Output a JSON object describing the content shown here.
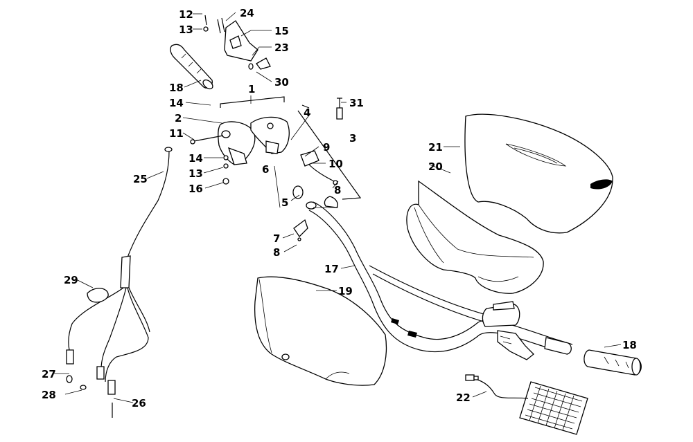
{
  "callouts": [
    {
      "id": "c1",
      "text": "1"
    },
    {
      "id": "c2",
      "text": "2"
    },
    {
      "id": "c3",
      "text": "3"
    },
    {
      "id": "c4",
      "text": "4"
    },
    {
      "id": "c5",
      "text": "5"
    },
    {
      "id": "c6",
      "text": "6"
    },
    {
      "id": "c7",
      "text": "7"
    },
    {
      "id": "c8a",
      "text": "8"
    },
    {
      "id": "c8b",
      "text": "8"
    },
    {
      "id": "c9",
      "text": "9"
    },
    {
      "id": "c10",
      "text": "10"
    },
    {
      "id": "c11",
      "text": "11"
    },
    {
      "id": "c12",
      "text": "12"
    },
    {
      "id": "c13a",
      "text": "13"
    },
    {
      "id": "c13b",
      "text": "13"
    },
    {
      "id": "c14a",
      "text": "14"
    },
    {
      "id": "c14b",
      "text": "14"
    },
    {
      "id": "c15",
      "text": "15"
    },
    {
      "id": "c16",
      "text": "16"
    },
    {
      "id": "c17",
      "text": "17"
    },
    {
      "id": "c18a",
      "text": "18"
    },
    {
      "id": "c18b",
      "text": "18"
    },
    {
      "id": "c19",
      "text": "19"
    },
    {
      "id": "c20",
      "text": "20"
    },
    {
      "id": "c21",
      "text": "21"
    },
    {
      "id": "c22",
      "text": "22"
    },
    {
      "id": "c23",
      "text": "23"
    },
    {
      "id": "c24",
      "text": "24"
    },
    {
      "id": "c25",
      "text": "25"
    },
    {
      "id": "c26",
      "text": "26"
    },
    {
      "id": "c27",
      "text": "27"
    },
    {
      "id": "c28",
      "text": "28"
    },
    {
      "id": "c29",
      "text": "29"
    },
    {
      "id": "c30",
      "text": "30"
    },
    {
      "id": "c31",
      "text": "31"
    }
  ]
}
